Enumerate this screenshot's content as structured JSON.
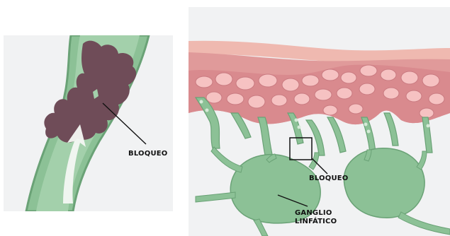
{
  "left_diagram": {
    "block_label": "BLOQUEO"
  },
  "right_diagram": {
    "block_label": "BLOQUEO",
    "node_label_line1": "GANGLIO",
    "node_label_line2": "LINFÁTICO"
  },
  "colors": {
    "vessel_green": "#8cc196",
    "vessel_dark": "#6aa276",
    "blockage": "#6f4c58",
    "skin_pink": "#e8a0a0",
    "cell_pink": "#f6c2c2",
    "background": "#f1f2f3"
  }
}
